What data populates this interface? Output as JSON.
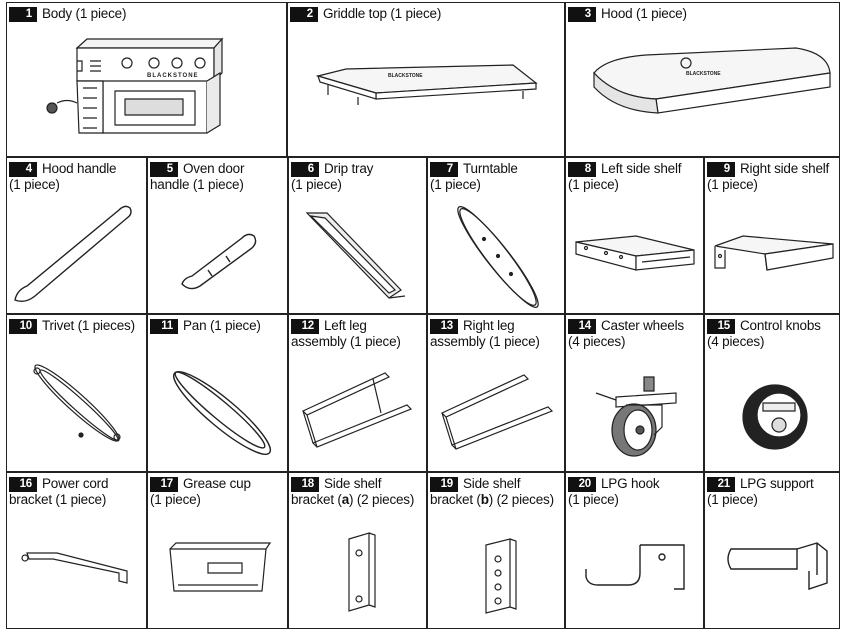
{
  "parts": [
    {
      "number": "1",
      "line1": "Body (1 piece)",
      "line2": ""
    },
    {
      "number": "2",
      "line1": "Griddle top (1 piece)",
      "line2": ""
    },
    {
      "number": "3",
      "line1": "Hood (1 piece)",
      "line2": ""
    },
    {
      "number": "4",
      "line1": "Hood handle",
      "line2": "(1 piece)"
    },
    {
      "number": "5",
      "line1": "Oven door",
      "line2": "handle (1 piece)"
    },
    {
      "number": "6",
      "line1": "Drip tray",
      "line2": "(1 piece)"
    },
    {
      "number": "7",
      "line1": "Turntable",
      "line2": "(1 piece)"
    },
    {
      "number": "8",
      "line1": "Left side shelf",
      "line2": "(1 piece)"
    },
    {
      "number": "9",
      "line1": "Right side shelf",
      "line2": "(1 piece)"
    },
    {
      "number": "10",
      "line1": "Trivet (1 pieces)",
      "line2": ""
    },
    {
      "number": "11",
      "line1": "Pan (1 piece)",
      "line2": ""
    },
    {
      "number": "12",
      "line1": "Left leg",
      "line2": "assembly (1 piece)"
    },
    {
      "number": "13",
      "line1": "Right leg",
      "line2": "assembly (1 piece)"
    },
    {
      "number": "14",
      "line1": "Caster wheels",
      "line2": "(4 pieces)"
    },
    {
      "number": "15",
      "line1": "Control knobs",
      "line2": "(4 pieces)"
    },
    {
      "number": "16",
      "line1": "Power cord",
      "line2": "bracket (1 piece)"
    },
    {
      "number": "17",
      "line1": "Grease cup",
      "line2": "(1 piece)"
    },
    {
      "number": "18",
      "line1": "Side shelf",
      "line2_pre": "bracket (",
      "line2_bold": "a",
      "line2_post": ") (2 pieces)"
    },
    {
      "number": "19",
      "line1": "Side shelf",
      "line2_pre": "bracket (",
      "line2_bold": "b",
      "line2_post": ") (2 pieces)"
    },
    {
      "number": "20",
      "line1": "LPG hook",
      "line2": "(1 piece)"
    },
    {
      "number": "21",
      "line1": "LPG support",
      "line2": "(1 piece)"
    }
  ],
  "brand_marks": {
    "body": "BLACKSTONE",
    "griddle": "BLACKSTONE",
    "hood": "BLACKSTONE"
  },
  "icons": [
    "body-illustration",
    "griddle-top-illustration",
    "hood-illustration",
    "hood-handle-illustration",
    "oven-door-handle-illustration",
    "drip-tray-illustration",
    "turntable-illustration",
    "left-side-shelf-illustration",
    "right-side-shelf-illustration",
    "trivet-illustration",
    "pan-illustration",
    "left-leg-illustration",
    "right-leg-illustration",
    "caster-wheel-illustration",
    "control-knob-illustration",
    "power-cord-bracket-illustration",
    "grease-cup-illustration",
    "shelf-bracket-a-illustration",
    "shelf-bracket-b-illustration",
    "lpg-hook-illustration",
    "lpg-support-illustration"
  ]
}
